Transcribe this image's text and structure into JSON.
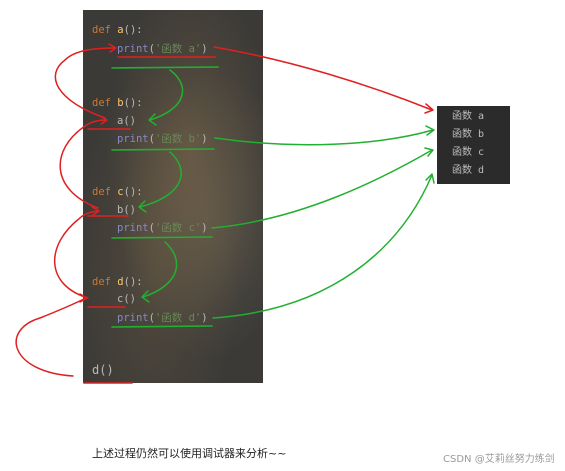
{
  "editor": {
    "lines": [
      {
        "kw": "def ",
        "fn": "a",
        "rest": "():"
      },
      {
        "builtin": "print",
        "open": "(",
        "str": "'函数 a'",
        "close": ")"
      },
      {
        "kw": "def ",
        "fn": "b",
        "rest": "():"
      },
      {
        "call": "a()"
      },
      {
        "builtin": "print",
        "open": "(",
        "str": "'函数 b'",
        "close": ")"
      },
      {
        "kw": "def ",
        "fn": "c",
        "rest": "():"
      },
      {
        "call": "b()"
      },
      {
        "builtin": "print",
        "open": "(",
        "str": "'函数 c'",
        "close": ")"
      },
      {
        "kw": "def ",
        "fn": "d",
        "rest": "():"
      },
      {
        "call": "c()"
      },
      {
        "builtin": "print",
        "open": "(",
        "str": "'函数 d'",
        "close": ")"
      },
      {
        "call": "d()"
      }
    ]
  },
  "output": {
    "lines": [
      "函数 a",
      "函数 b",
      "函数 c",
      "函数 d"
    ]
  },
  "caption": "上述过程仍然可以使用调试器来分析~~",
  "watermark": "CSDN @艾莉丝努力练剑",
  "colors": {
    "editor_bg": "#3b3a37",
    "output_bg": "#2b2b2b",
    "keyword": "#cc7832",
    "function_name": "#ffc66d",
    "string": "#6a8759",
    "builtin": "#8888c6",
    "red_annotation": "#e02020",
    "green_annotation": "#22b030"
  }
}
